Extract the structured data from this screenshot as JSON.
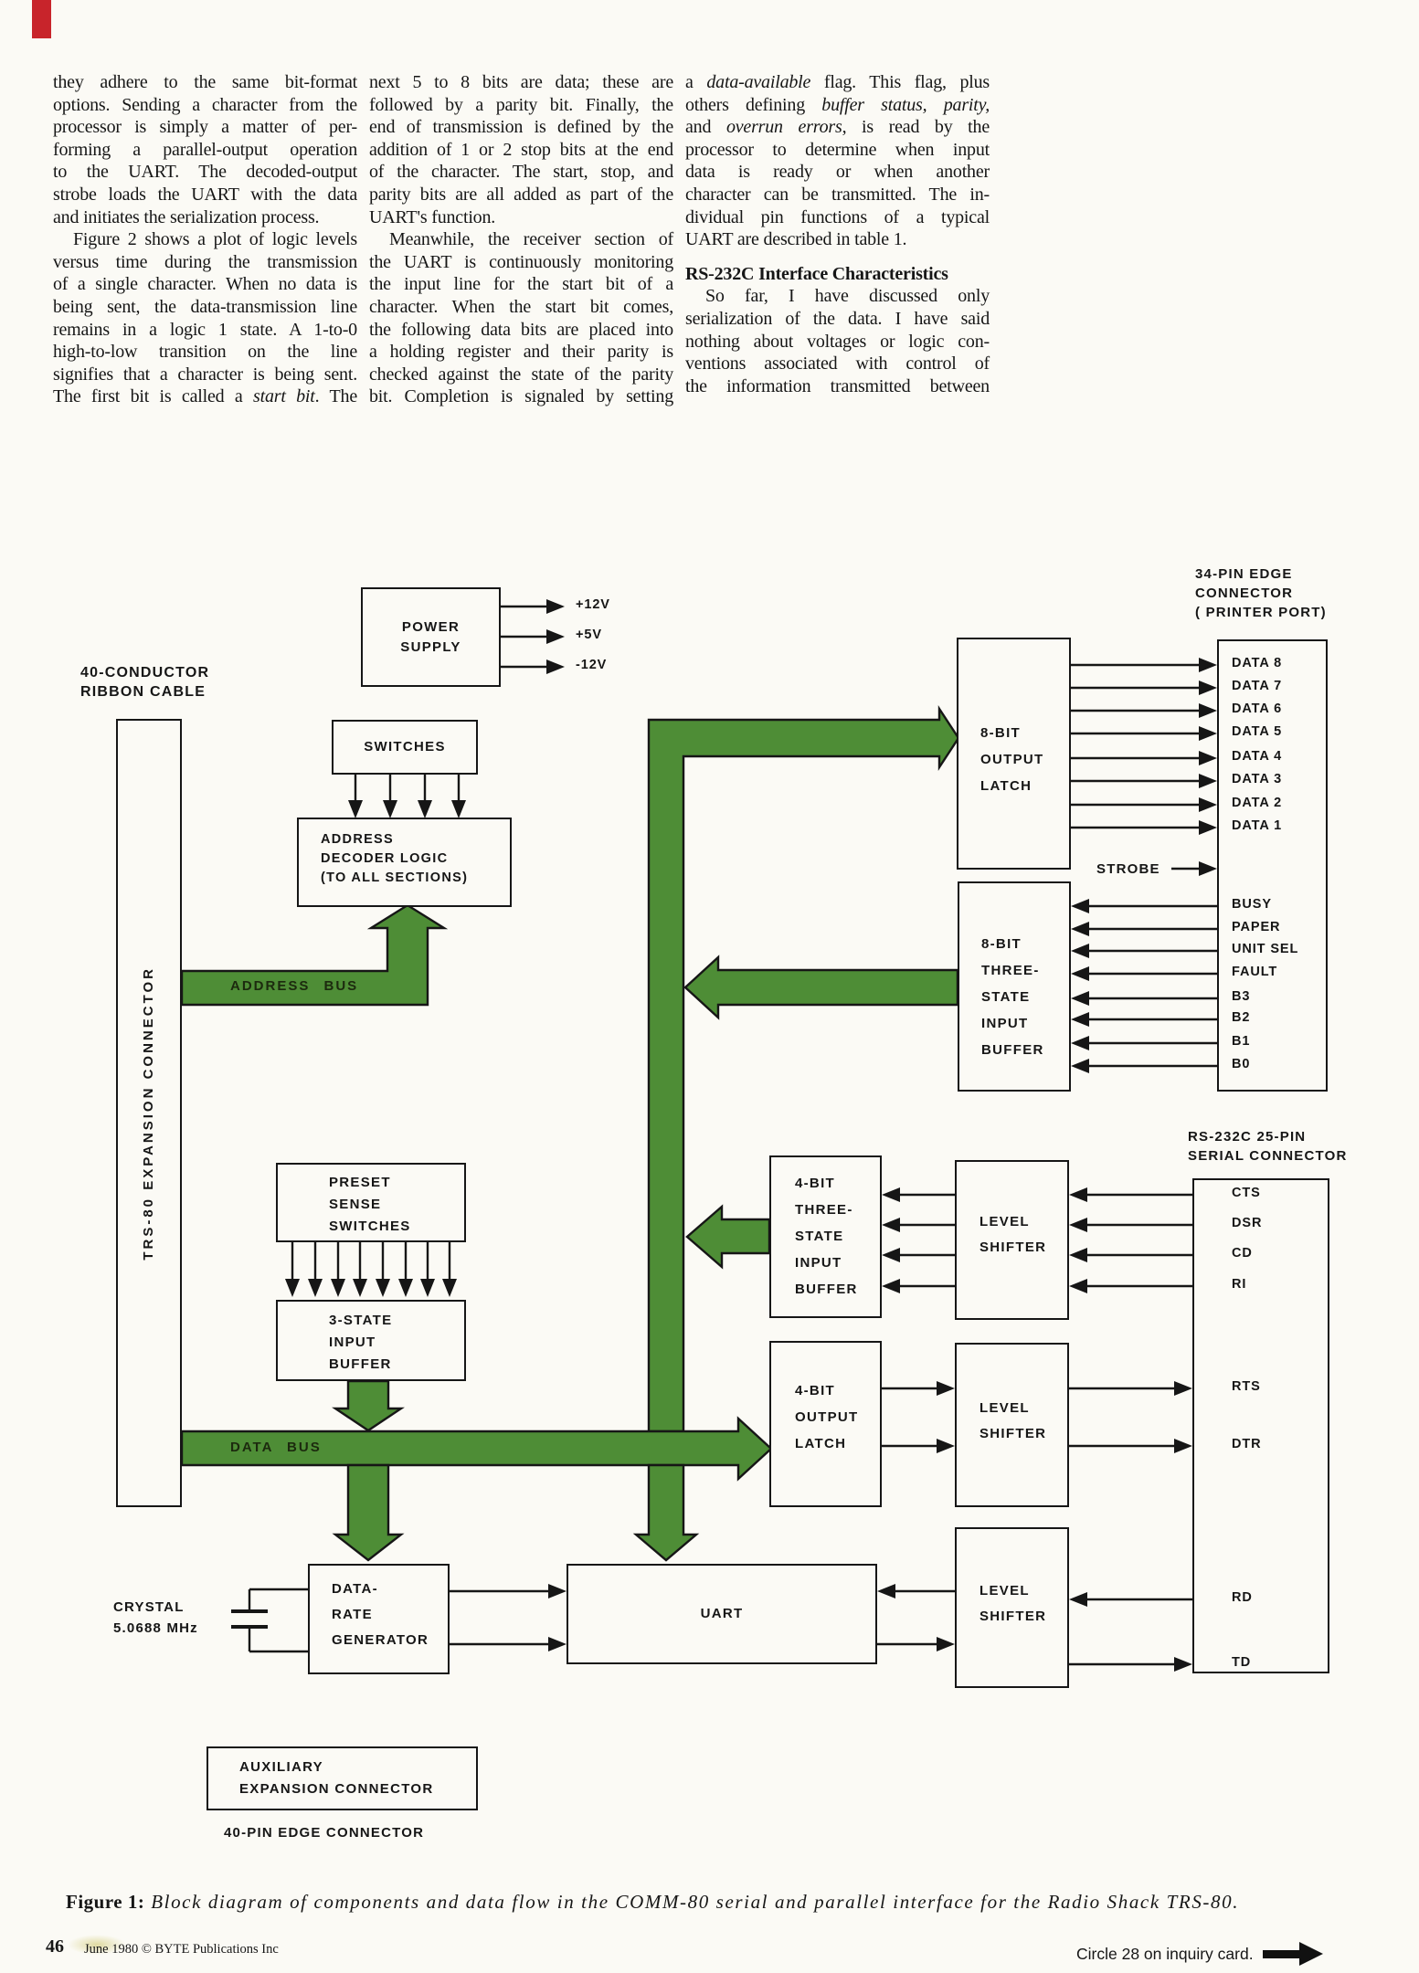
{
  "page": {
    "caption_prefix": "Figure 1:",
    "caption_text": " Block diagram of components and data flow in the COMM-80 serial and parallel interface for the Radio Shack TRS-80.",
    "page_number": "46",
    "issue_credit": "June 1980 © BYTE Publications Inc",
    "inquiry": "Circle 28 on inquiry card."
  },
  "article": {
    "columns": [
      [
        "they adhere to the same bit-format",
        "options. Sending a character from the",
        "processor is simply a matter of per-",
        "forming a parallel-output operation",
        "to the UART. The decoded-output",
        "strobe loads the UART with the data",
        {
          "t": "and initiates the serialization process.",
          "j": 0
        },
        {
          "t": "Figure 2 shows a plot of logic levels",
          "ind": 1
        },
        "versus time during the transmission",
        "of a single character. When no data is",
        "being sent, the data-transmission line",
        "remains in a logic 1 state. A 1-to-0",
        "high-to-low transition on the line",
        "signifies that a character is being sent.",
        "The first bit is called a *start bit*. The"
      ],
      [
        "next 5 to 8 bits are data; these are",
        "followed by a parity bit. Finally, the",
        "end of transmission is defined by the",
        "addition of 1 or 2 stop bits at the end",
        "of the character. The start, stop, and",
        "parity bits are all added as part of the",
        {
          "t": "UART's function.",
          "j": 0
        },
        {
          "t": "Meanwhile, the receiver section of",
          "ind": 1
        },
        "the UART is continuously monitoring",
        "the input line for the start bit of a",
        "character. When the start bit comes,",
        "the following data bits are placed into",
        "a holding register and their parity is",
        "checked against the state of the parity",
        "bit. Completion is signaled by setting"
      ],
      [
        "a *data-available* flag. This flag, plus",
        "others defining *buffer status, parity,*",
        "and *overrun errors*, is read by the",
        "processor to determine when input",
        "data is ready or when another",
        "character can be transmitted. The in-",
        "dividual pin functions of a typical",
        {
          "t": "UART are described in table 1.",
          "j": 0
        },
        {
          "t": "RS-232C Interface Characteristics",
          "h": 1,
          "gap": 13
        },
        {
          "t": "So far, I have discussed only",
          "ind": 1
        },
        "serialization of the data. I have said",
        "nothing about voltages or logic con-",
        "ventions associated with control of",
        "the information transmitted between"
      ]
    ]
  },
  "diagram": {
    "colors": {
      "bus_green": "#4e8d36",
      "ink": "#161616",
      "paper": "#fbfaf5",
      "red_mark": "#c8242b"
    },
    "labels": {
      "ribbon_cable": "40-CONDUCTOR\nRIBBON CABLE",
      "printer_connector": "34-PIN EDGE\nCONNECTOR\n( PRINTER PORT)",
      "serial_connector": "RS-232C 25-PIN\nSERIAL CONNECTOR",
      "strobe": "STROBE",
      "address_bus": "ADDRESS BUS",
      "data_bus": "DATA BUS",
      "crystal": "CRYSTAL\n5.0688 MHz",
      "edge40": "40-PIN EDGE CONNECTOR"
    },
    "boxes": {
      "power_supply": "POWER\nSUPPLY",
      "trs80": "TRS-80 EXPANSION CONNECTOR",
      "switches": "SWITCHES",
      "decoder": "ADDRESS\nDECODER LOGIC\n(TO ALL SECTIONS)",
      "latch8": "8-BIT\nOUTPUT\nLATCH",
      "buffer8": "8-BIT\nTHREE-\nSTATE\nINPUT\nBUFFER",
      "preset": "PRESET\nSENSE\nSWITCHES",
      "buffer3": "3-STATE\nINPUT\nBUFFER",
      "buffer4": "4-BIT\nTHREE-\nSTATE\nINPUT\nBUFFER",
      "latch4": "4-BIT\nOUTPUT\nLATCH",
      "ls1": "LEVEL\nSHIFTER",
      "ls2": "LEVEL\nSHIFTER",
      "ls3": "LEVEL\nSHIFTER",
      "uart": "UART",
      "drg": "DATA-\nRATE\nGENERATOR",
      "aux": "AUXILIARY\nEXPANSION CONNECTOR"
    },
    "psu_outputs": [
      "+12V",
      "+5V",
      "-12V"
    ],
    "printer_data_pins": [
      "DATA 8",
      "DATA 7",
      "DATA 6",
      "DATA 5",
      "DATA 4",
      "DATA 3",
      "DATA 2",
      "DATA 1"
    ],
    "printer_status_pins": [
      "BUSY",
      "PAPER",
      "UNIT SEL",
      "FAULT",
      "B3",
      "B2",
      "B1",
      "B0"
    ],
    "serial_in_pins": [
      "CTS",
      "DSR",
      "CD",
      "RI"
    ],
    "serial_out_pins": [
      "RTS",
      "DTR"
    ],
    "serial_rd": "RD",
    "serial_td": "TD"
  }
}
